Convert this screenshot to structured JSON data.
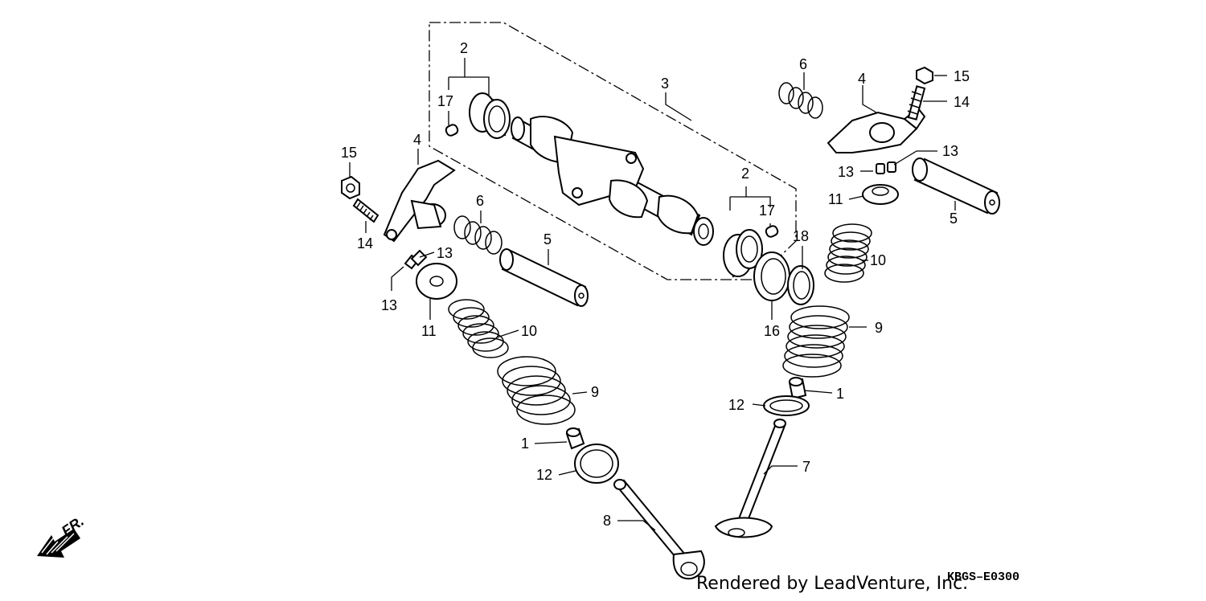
{
  "diagram": {
    "labels": {
      "l1a": "1",
      "l1b": "1",
      "l2a": "2",
      "l2b": "2",
      "l3": "3",
      "l4a": "4",
      "l4b": "4",
      "l5a": "5",
      "l5b": "5",
      "l6a": "6",
      "l6b": "6",
      "l7": "7",
      "l8": "8",
      "l9a": "9",
      "l9b": "9",
      "l10a": "10",
      "l10b": "10",
      "l11a": "11",
      "l11b": "11",
      "l12a": "12",
      "l12b": "12",
      "l13a": "13",
      "l13b": "13",
      "l13c": "13",
      "l13d": "13",
      "l14a": "14",
      "l14b": "14",
      "l15a": "15",
      "l15b": "15",
      "l16": "16",
      "l17a": "17",
      "l17b": "17",
      "l18": "18"
    },
    "direction_label": "FR.",
    "credit": "Rendered by LeadVenture, Inc.",
    "diagram_code": "KBGS–E0300"
  }
}
